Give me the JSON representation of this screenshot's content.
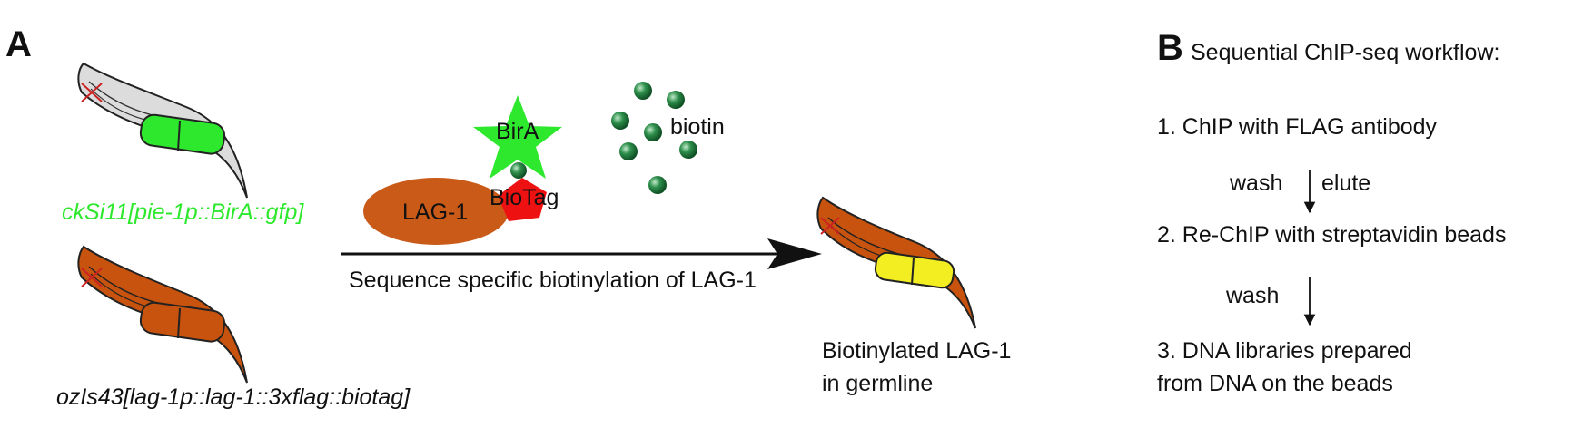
{
  "panel_a": {
    "letter": "A",
    "strain_top": "ckSi11[pie-1p::BirA::gfp]",
    "strain_bottom": "ozIs43[lag-1p::lag-1::3xflag::biotag]",
    "birA": "BirA",
    "lag1": "LAG-1",
    "biotag": "BioTag",
    "biotin": "biotin",
    "arrow_label": "Sequence specific biotinylation of LAG-1",
    "result_line1": "Biotinylated LAG-1",
    "result_line2": "in germline",
    "colors": {
      "gfp": "#2ee82e",
      "strain_top_text": "#2ee82e",
      "worm_body": "#c8530e",
      "worm_pale": "#d9d9d9",
      "lag1": "#c95a18",
      "biotag": "#ee1111",
      "biotin": "#1d7a3a",
      "yellow": "#f2ee22"
    }
  },
  "panel_b": {
    "letter": "B",
    "title": "Sequential ChIP-seq workflow:",
    "step1": "1. ChIP with FLAG antibody",
    "wash1": "wash",
    "elute": "elute",
    "step2": "2. Re-ChIP with streptavidin beads",
    "wash2": "wash",
    "step3_line1": "3. DNA libraries prepared",
    "step3_line2": "from DNA on the beads"
  }
}
